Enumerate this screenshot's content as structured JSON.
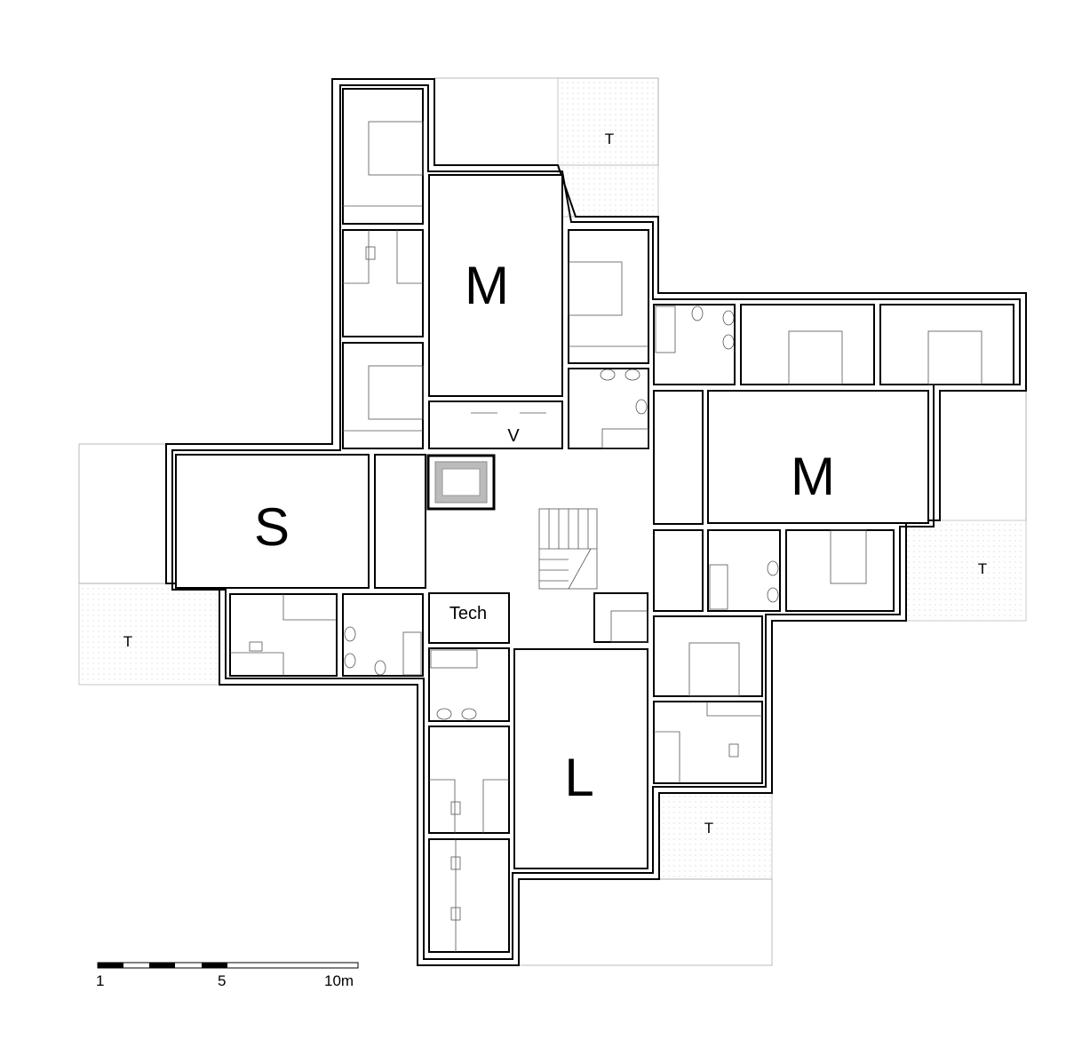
{
  "floor_plan": {
    "apartments": [
      {
        "id": "m-north",
        "label": "M"
      },
      {
        "id": "m-east",
        "label": "M"
      },
      {
        "id": "s-west",
        "label": "S"
      },
      {
        "id": "l-south",
        "label": "L"
      }
    ],
    "service_rooms": {
      "elevator": "V",
      "technical": "Tech"
    },
    "terraces": [
      "T",
      "T",
      "T",
      "T"
    ]
  },
  "scale_bar": {
    "ticks": [
      "1",
      "5",
      "10m"
    ]
  }
}
